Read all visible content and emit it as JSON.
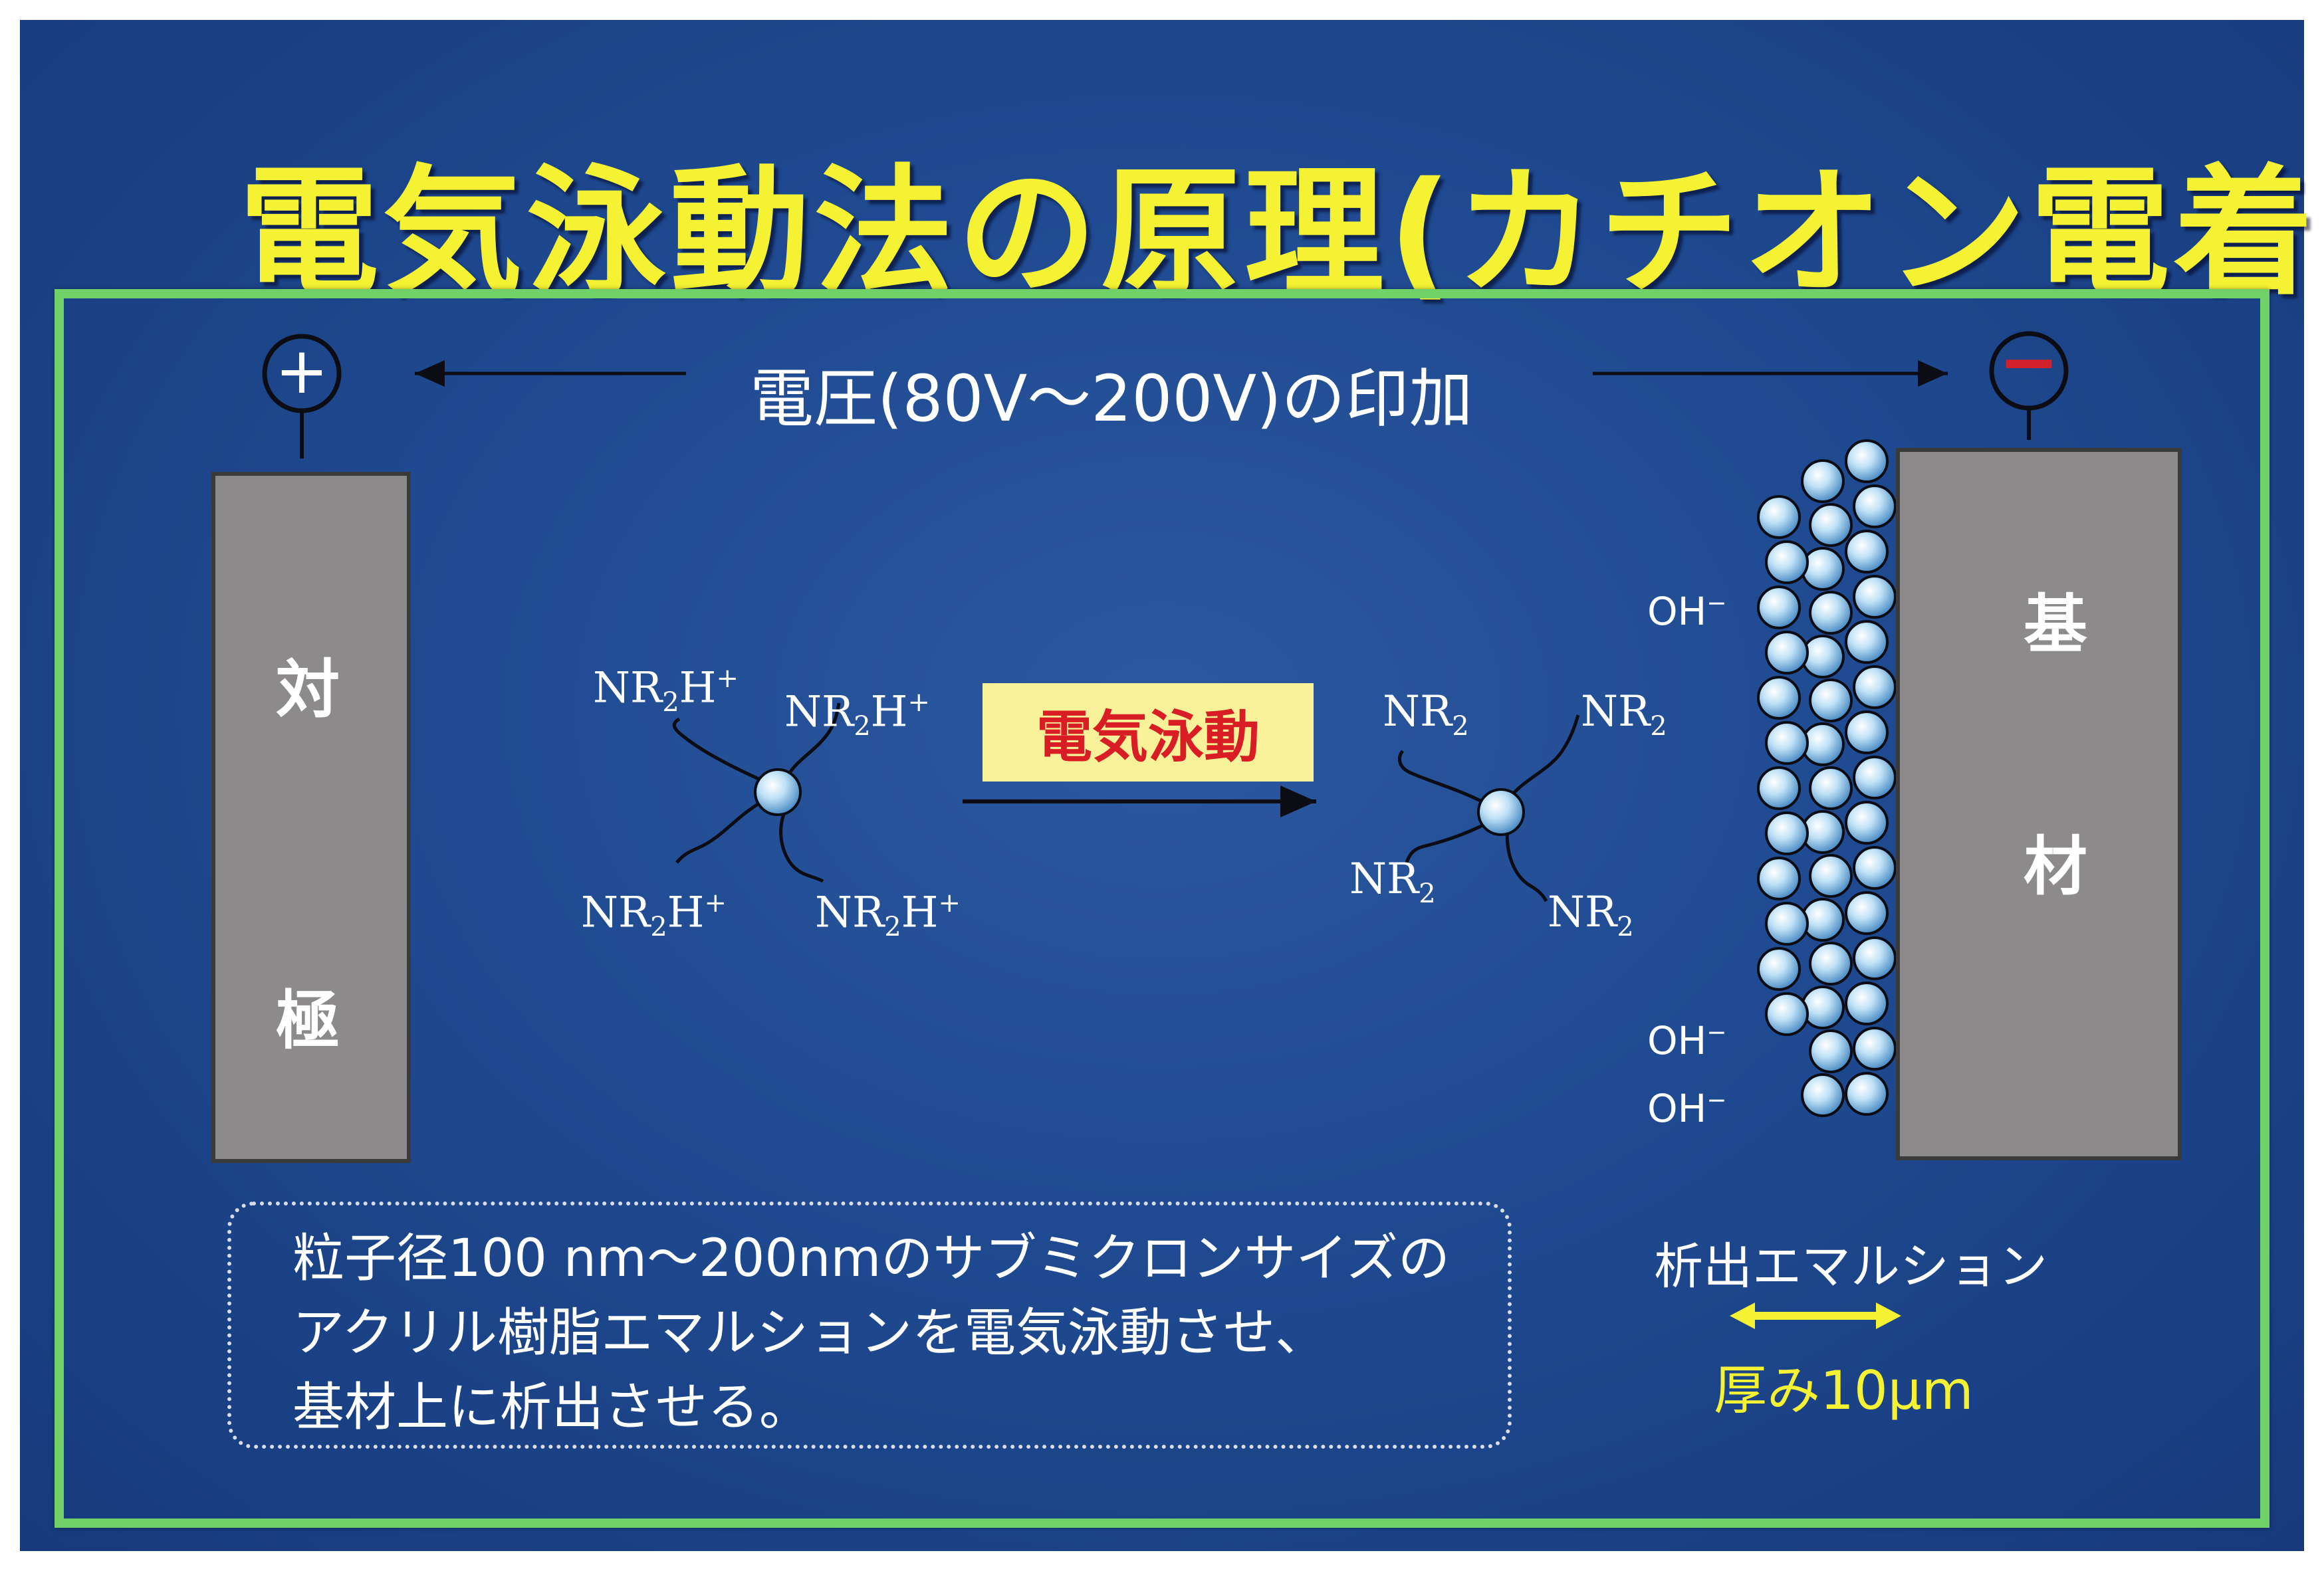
{
  "title": "電気泳動法の原理(カチオン電着)",
  "voltage_label": "電圧(80V～200V)の印加",
  "terminals": {
    "positive_symbol": "+",
    "negative_symbol": "−"
  },
  "counter_electrode": {
    "char1": "対",
    "char2": "極"
  },
  "substrate": {
    "char1": "基",
    "char2": "材"
  },
  "electrophoresis_label": "電気泳動",
  "particle_before": {
    "groups": [
      {
        "base": "NR",
        "sub": "2",
        "mid": "H",
        "sup": "+"
      },
      {
        "base": "NR",
        "sub": "2",
        "mid": "H",
        "sup": "+"
      },
      {
        "base": "NR",
        "sub": "2",
        "mid": "H",
        "sup": "+"
      },
      {
        "base": "NR",
        "sub": "2",
        "mid": "H",
        "sup": "+"
      }
    ]
  },
  "particle_after": {
    "groups": [
      {
        "base": "NR",
        "sub": "2"
      },
      {
        "base": "NR",
        "sub": "2"
      },
      {
        "base": "NR",
        "sub": "2"
      },
      {
        "base": "NR",
        "sub": "2"
      }
    ]
  },
  "hydroxide_ions": [
    {
      "base": "OH",
      "sup": "−"
    },
    {
      "base": "OH",
      "sup": "−"
    },
    {
      "base": "OH",
      "sup": "−"
    }
  ],
  "note": {
    "lines": [
      "粒子径100 nm～200nmのサブミクロンサイズの",
      "アクリル樹脂エマルションを電気泳動させ、",
      "基材上に析出させる。"
    ]
  },
  "deposition_label": "析出エマルション",
  "thickness_label": "厚み10μm",
  "colors": {
    "background": "#1f4a91",
    "title": "#f4f233",
    "frame": "#6fd168",
    "electrode": "#8d8a8c",
    "label_box": "#f7f29a",
    "label_text": "#d91d25",
    "particle": "#a9d4f2",
    "minus_sign": "#d3212b"
  }
}
